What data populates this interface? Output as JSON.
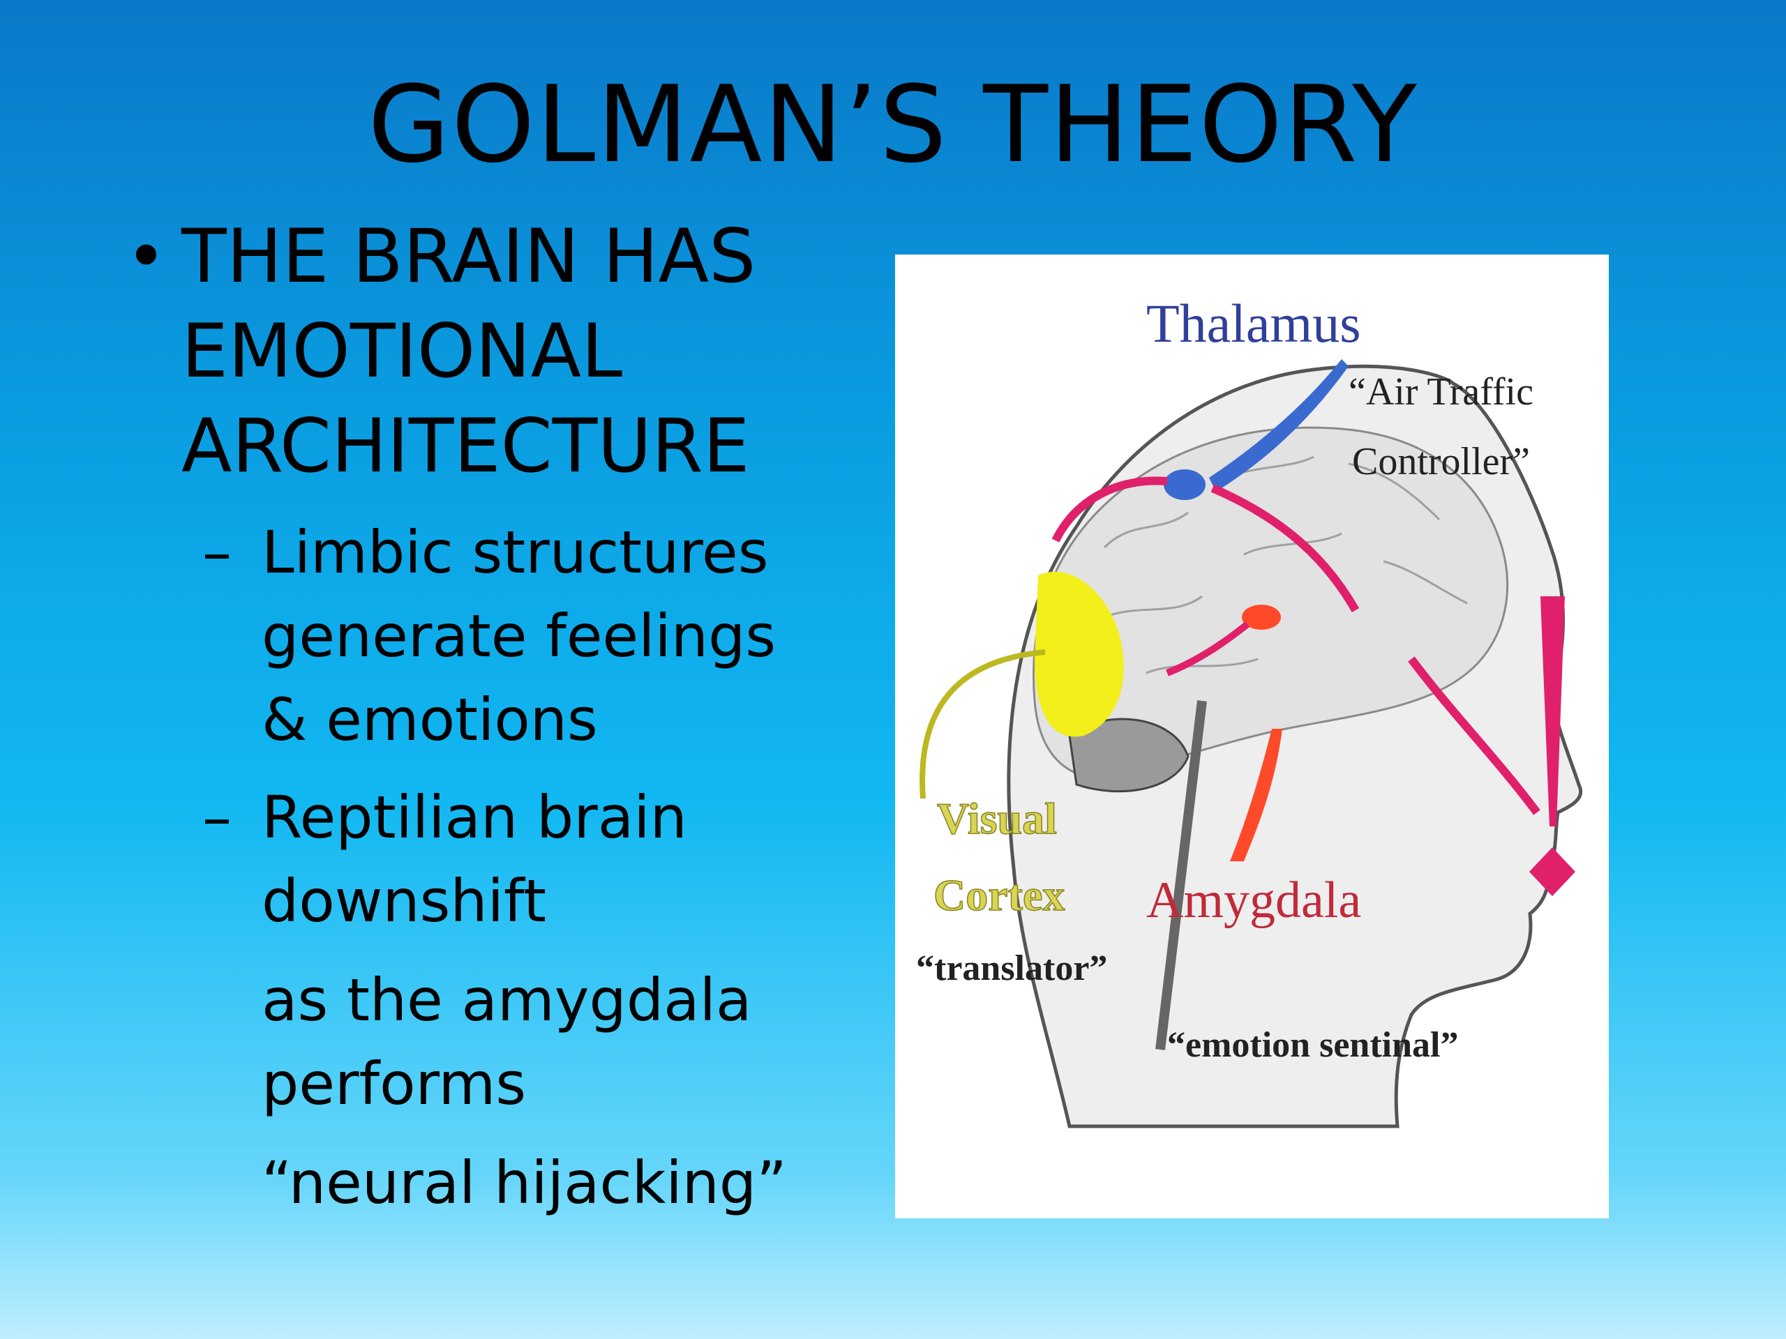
{
  "slide": {
    "title": "GOLMAN’S THEORY",
    "bullet": {
      "lines": [
        "THE BRAIN HAS",
        "EMOTIONAL",
        "ARCHITECTURE"
      ]
    },
    "sub_items": [
      {
        "lines": [
          "Limbic structures",
          "generate feelings",
          "& emotions"
        ]
      },
      {
        "lines": [
          "Reptilian brain",
          "downshift"
        ]
      }
    ],
    "continuations": [
      {
        "lines": [
          "as the amygdala",
          "performs"
        ]
      },
      {
        "lines": [
          "“neural hijacking”"
        ]
      }
    ]
  },
  "figure": {
    "labels": {
      "thalamus": "Thalamus",
      "air_traffic": "“Air Traffic",
      "controller": "Controller”",
      "visual": "Visual",
      "cortex": "Cortex",
      "translator": "“translator”",
      "amygdala": "Amygdala",
      "emotion_sentinal": "“emotion sentinal”"
    },
    "colors": {
      "thalamus": "#2f3f9a",
      "arrow": "#e0206a",
      "visual_cortex": "#f2ef1a",
      "amygdala": "#ff4a2a",
      "amygdala_label": "#c02a3a"
    }
  }
}
